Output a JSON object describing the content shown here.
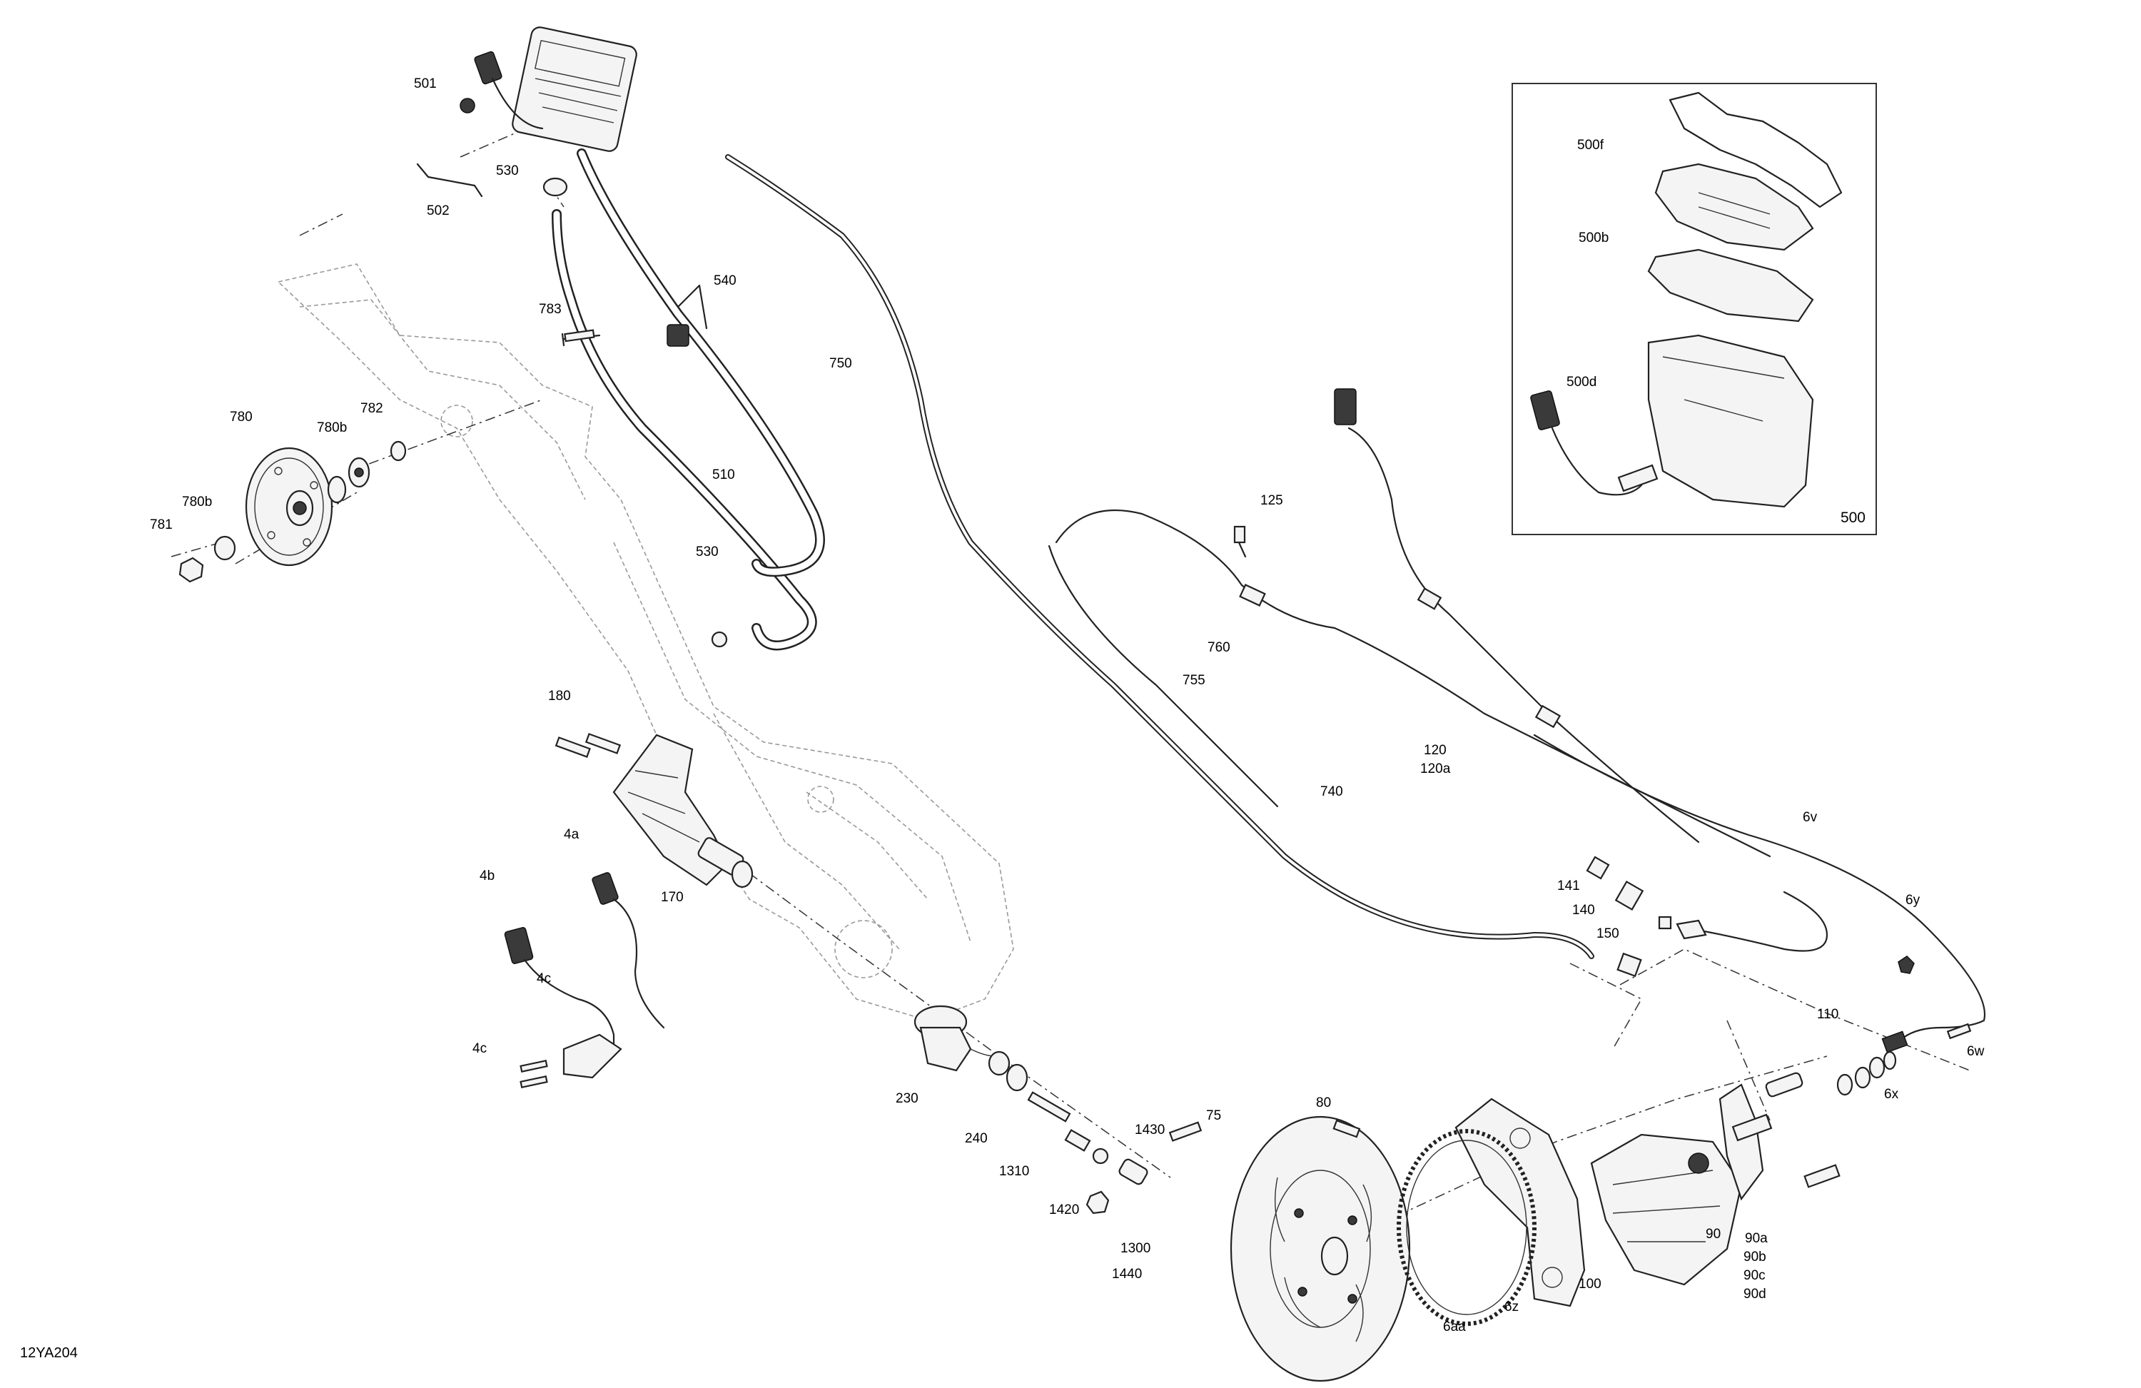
{
  "reference_code": "12YA204",
  "inset_label": "500",
  "labels": [
    {
      "id": "501",
      "text": "501"
    },
    {
      "id": "502",
      "text": "502"
    },
    {
      "id": "530a",
      "text": "530"
    },
    {
      "id": "540",
      "text": "540"
    },
    {
      "id": "783",
      "text": "783"
    },
    {
      "id": "780",
      "text": "780"
    },
    {
      "id": "780b1",
      "text": "780b"
    },
    {
      "id": "782",
      "text": "782"
    },
    {
      "id": "780b2",
      "text": "780b"
    },
    {
      "id": "781",
      "text": "781"
    },
    {
      "id": "750",
      "text": "750"
    },
    {
      "id": "510",
      "text": "510"
    },
    {
      "id": "530b",
      "text": "530"
    },
    {
      "id": "125",
      "text": "125"
    },
    {
      "id": "760",
      "text": "760"
    },
    {
      "id": "755",
      "text": "755"
    },
    {
      "id": "120",
      "text": "120"
    },
    {
      "id": "120a",
      "text": "120a"
    },
    {
      "id": "740",
      "text": "740"
    },
    {
      "id": "180",
      "text": "180"
    },
    {
      "id": "4a",
      "text": "4a"
    },
    {
      "id": "170",
      "text": "170"
    },
    {
      "id": "4b",
      "text": "4b"
    },
    {
      "id": "4c1",
      "text": "4c"
    },
    {
      "id": "4c2",
      "text": "4c"
    },
    {
      "id": "6v",
      "text": "6v"
    },
    {
      "id": "141",
      "text": "141"
    },
    {
      "id": "140",
      "text": "140"
    },
    {
      "id": "150",
      "text": "150"
    },
    {
      "id": "6y",
      "text": "6y"
    },
    {
      "id": "110",
      "text": "110"
    },
    {
      "id": "6w",
      "text": "6w"
    },
    {
      "id": "6x",
      "text": "6x"
    },
    {
      "id": "230",
      "text": "230"
    },
    {
      "id": "240",
      "text": "240"
    },
    {
      "id": "1310",
      "text": "1310"
    },
    {
      "id": "1430",
      "text": "1430"
    },
    {
      "id": "1420",
      "text": "1420"
    },
    {
      "id": "1300",
      "text": "1300"
    },
    {
      "id": "1440",
      "text": "1440"
    },
    {
      "id": "75",
      "text": "75"
    },
    {
      "id": "80",
      "text": "80"
    },
    {
      "id": "6aa",
      "text": "6aa"
    },
    {
      "id": "6z",
      "text": "6z"
    },
    {
      "id": "100",
      "text": "100"
    },
    {
      "id": "90",
      "text": "90"
    },
    {
      "id": "90a",
      "text": "90a"
    },
    {
      "id": "90b",
      "text": "90b"
    },
    {
      "id": "90c",
      "text": "90c"
    },
    {
      "id": "90d",
      "text": "90d"
    },
    {
      "id": "500f",
      "text": "500f"
    },
    {
      "id": "500b",
      "text": "500b"
    },
    {
      "id": "500d",
      "text": "500d"
    }
  ]
}
